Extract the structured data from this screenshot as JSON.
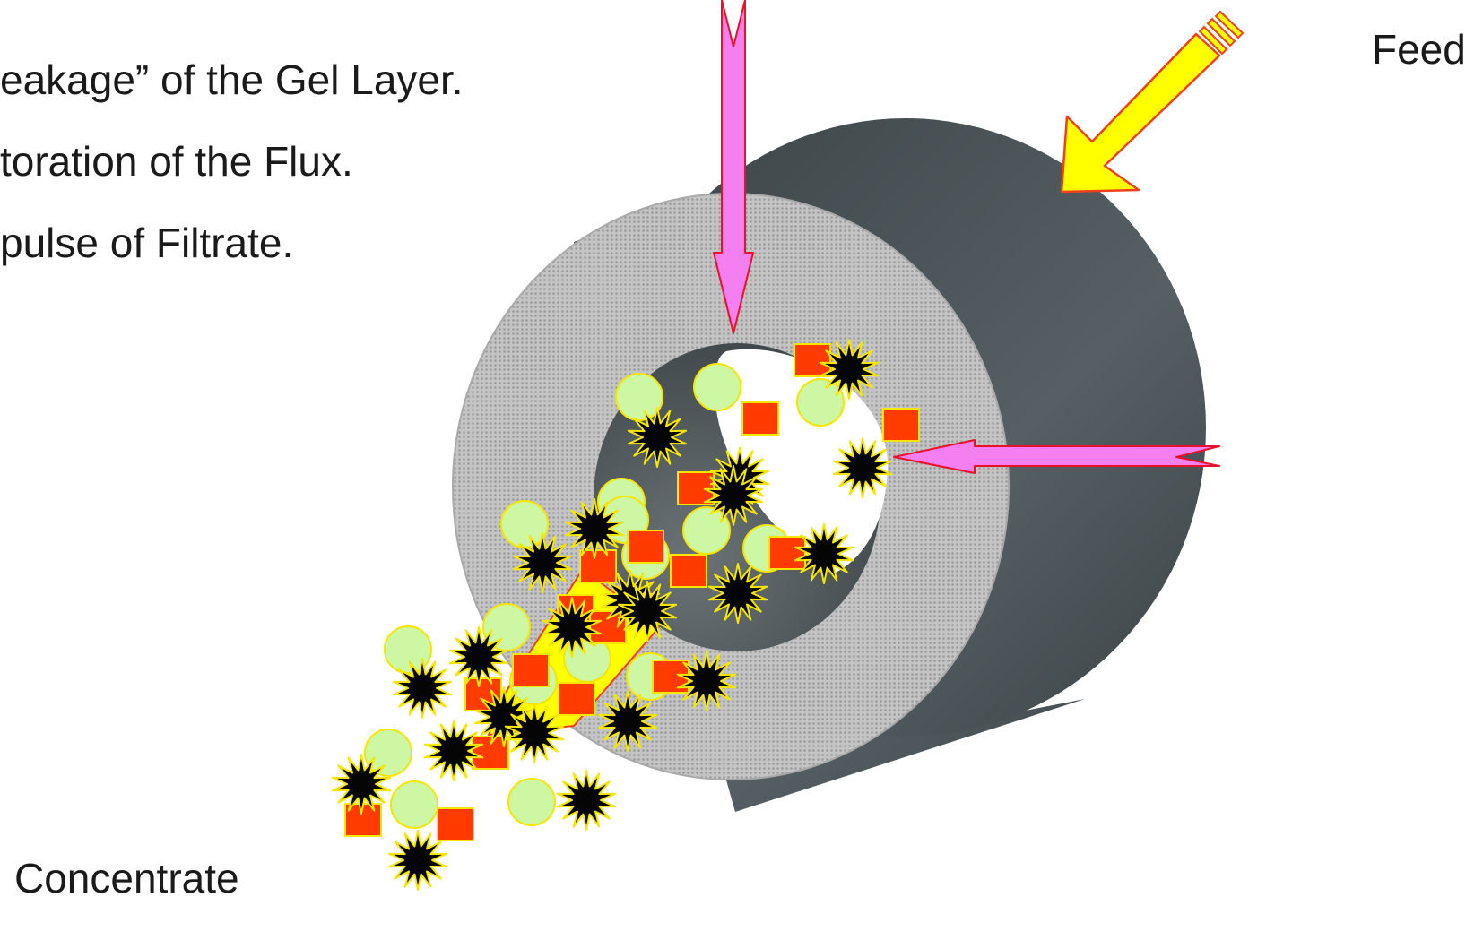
{
  "bullets": [
    "eakage” of the Gel Layer.",
    "toration of the Flux.",
    "pulse of Filtrate."
  ],
  "labels": {
    "feed": "Feed",
    "concentrate": "Concentrate"
  },
  "colors": {
    "outer_tube": "#4a5256",
    "membrane_face": "#b5b5b5",
    "bore_dark": "#50595d",
    "pink_arrow": "#f47ff0",
    "pink_outline": "#e8112a",
    "feed_arrow": "#ffff00",
    "feed_outline": "#f0401a",
    "circle_particle": "#cdf7a3",
    "square_particle": "#ff3b00",
    "star_particle": "#050505",
    "particle_outline": "#f5e600"
  },
  "icons": {
    "feed_arrow": "yellow-feed-arrow-icon",
    "backpulse_arrows": "pink-arrow-icon",
    "particles": [
      "green-circle-icon",
      "red-square-icon",
      "black-star-icon"
    ]
  }
}
